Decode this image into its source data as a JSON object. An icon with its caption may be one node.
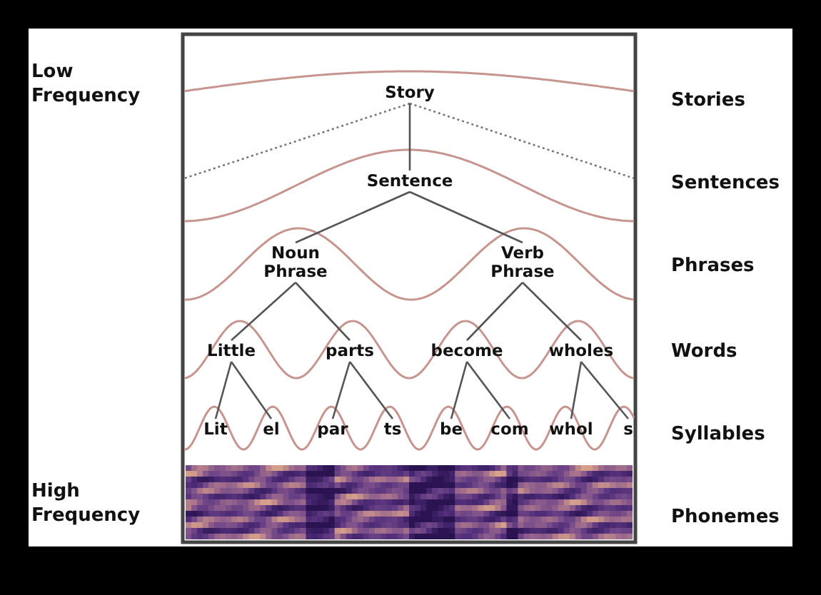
{
  "diagram": {
    "nodes": [
      {
        "text": [
          "Story"
        ]
      },
      {
        "text": [
          "Sentence"
        ]
      },
      {
        "text": [
          "Noun Phrase"
        ]
      },
      {
        "text": [
          "Verb Phrase"
        ]
      },
      {
        "text": [
          "Little"
        ]
      },
      {
        "text": [
          "parts"
        ]
      },
      {
        "text": [
          "become"
        ]
      },
      {
        "text": [
          "wholes"
        ]
      },
      {
        "text": [
          "Lit"
        ]
      },
      {
        "text": [
          "el"
        ]
      },
      {
        "text": [
          "par"
        ]
      },
      {
        "text": [
          "ts"
        ]
      },
      {
        "text": [
          "be"
        ]
      },
      {
        "text": [
          "com"
        ]
      },
      {
        "text": [
          "whol"
        ]
      },
      {
        "text": [
          "s"
        ]
      },
      {
        "text": [],
        "shape": "picture"
      }
    ],
    "edges": [
      {
        "from": 0,
        "to": null,
        "arrow": "none",
        "style": "dashed"
      },
      {
        "from": 0,
        "to": null,
        "arrow": "none",
        "style": "dashed"
      },
      {
        "from": 0,
        "to": 1,
        "arrow": "none"
      },
      {
        "from": 1,
        "to": 2,
        "arrow": "none"
      },
      {
        "from": 1,
        "to": 3,
        "arrow": "none"
      },
      {
        "from": 2,
        "to": 4,
        "arrow": "none"
      },
      {
        "from": 2,
        "to": 5,
        "arrow": "none"
      },
      {
        "from": 3,
        "to": 6,
        "arrow": "none"
      },
      {
        "from": 3,
        "to": 7,
        "arrow": "none"
      },
      {
        "from": 4,
        "to": 8,
        "arrow": "none"
      },
      {
        "from": 4,
        "to": 9,
        "arrow": "none"
      },
      {
        "from": 5,
        "to": 10,
        "arrow": "none"
      },
      {
        "from": 5,
        "to": 11,
        "arrow": "none"
      },
      {
        "from": 6,
        "to": 12,
        "arrow": "none"
      },
      {
        "from": 6,
        "to": 13,
        "arrow": "none"
      },
      {
        "from": 7,
        "to": 14,
        "arrow": "none"
      },
      {
        "from": 7,
        "to": 15,
        "arrow": "none"
      }
    ],
    "labels": [
      "Low Frequency",
      "Stories",
      "Sentences",
      "Phrases",
      "Words",
      "Syllables",
      "High Frequency",
      "Phonemes"
    ]
  }
}
